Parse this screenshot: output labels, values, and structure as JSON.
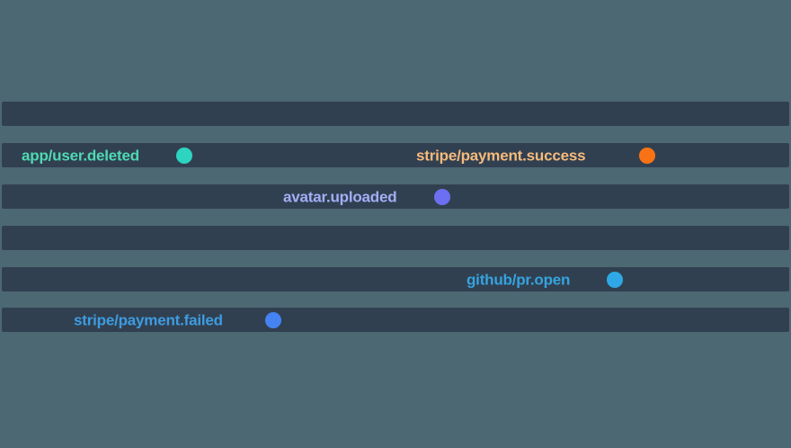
{
  "colors": {
    "background": "#4C6873",
    "track": "#314050"
  },
  "tracks": [
    {
      "events": []
    },
    {
      "events": [
        {
          "label": "app/user.deleted",
          "text_color": "#4FD9B4",
          "dot_color": "#2DD4BF"
        },
        {
          "label": "stripe/payment.success",
          "text_color": "#F6BA7C",
          "dot_color": "#F97316"
        }
      ]
    },
    {
      "events": [
        {
          "label": "avatar.uploaded",
          "text_color": "#A3AEF8",
          "dot_color": "#6D6FF2"
        }
      ]
    },
    {
      "events": []
    },
    {
      "events": [
        {
          "label": "github/pr.open",
          "text_color": "#35A3E0",
          "dot_color": "#2FA9E6"
        }
      ]
    },
    {
      "events": [
        {
          "label": "stripe/payment.failed",
          "text_color": "#3D9CE2",
          "dot_color": "#4583F2"
        }
      ]
    }
  ]
}
